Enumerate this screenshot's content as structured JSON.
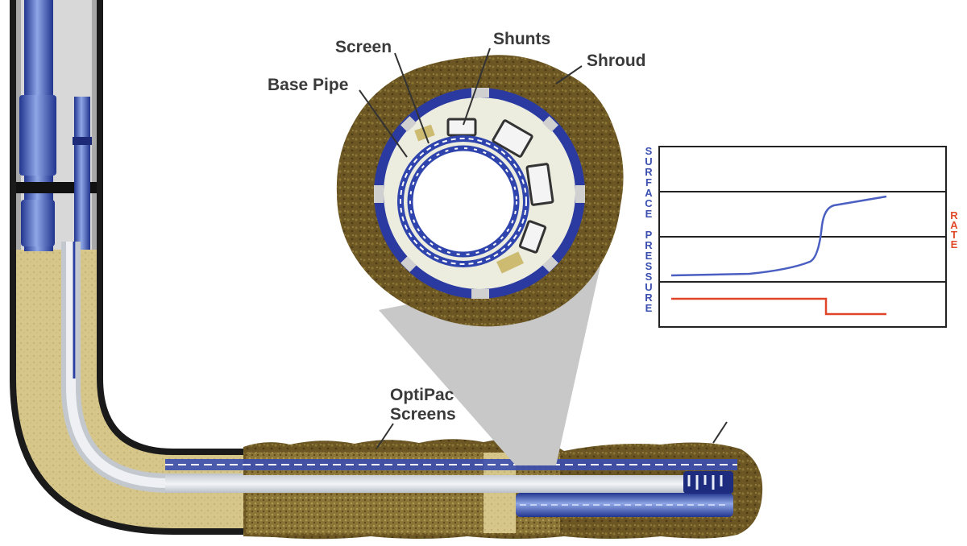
{
  "labels": {
    "screen": "Screen",
    "shunts": "Shunts",
    "shroud": "Shroud",
    "base_pipe": "Base Pipe",
    "optipac_line1": "OptiPac",
    "optipac_line2": "Screens"
  },
  "chart": {
    "left_axis_label": "SURFACE PRESSURE",
    "right_axis_label": "RATE"
  },
  "colors": {
    "formation": "#d8c98e",
    "rock": "#6e5a24",
    "pipe_blue": "#2b3fa0",
    "pressure_line": "#4a5fc1",
    "rate_line": "#e0452a",
    "surface_label": "#3a4fb0",
    "rate_label": "#e04a2a"
  }
}
